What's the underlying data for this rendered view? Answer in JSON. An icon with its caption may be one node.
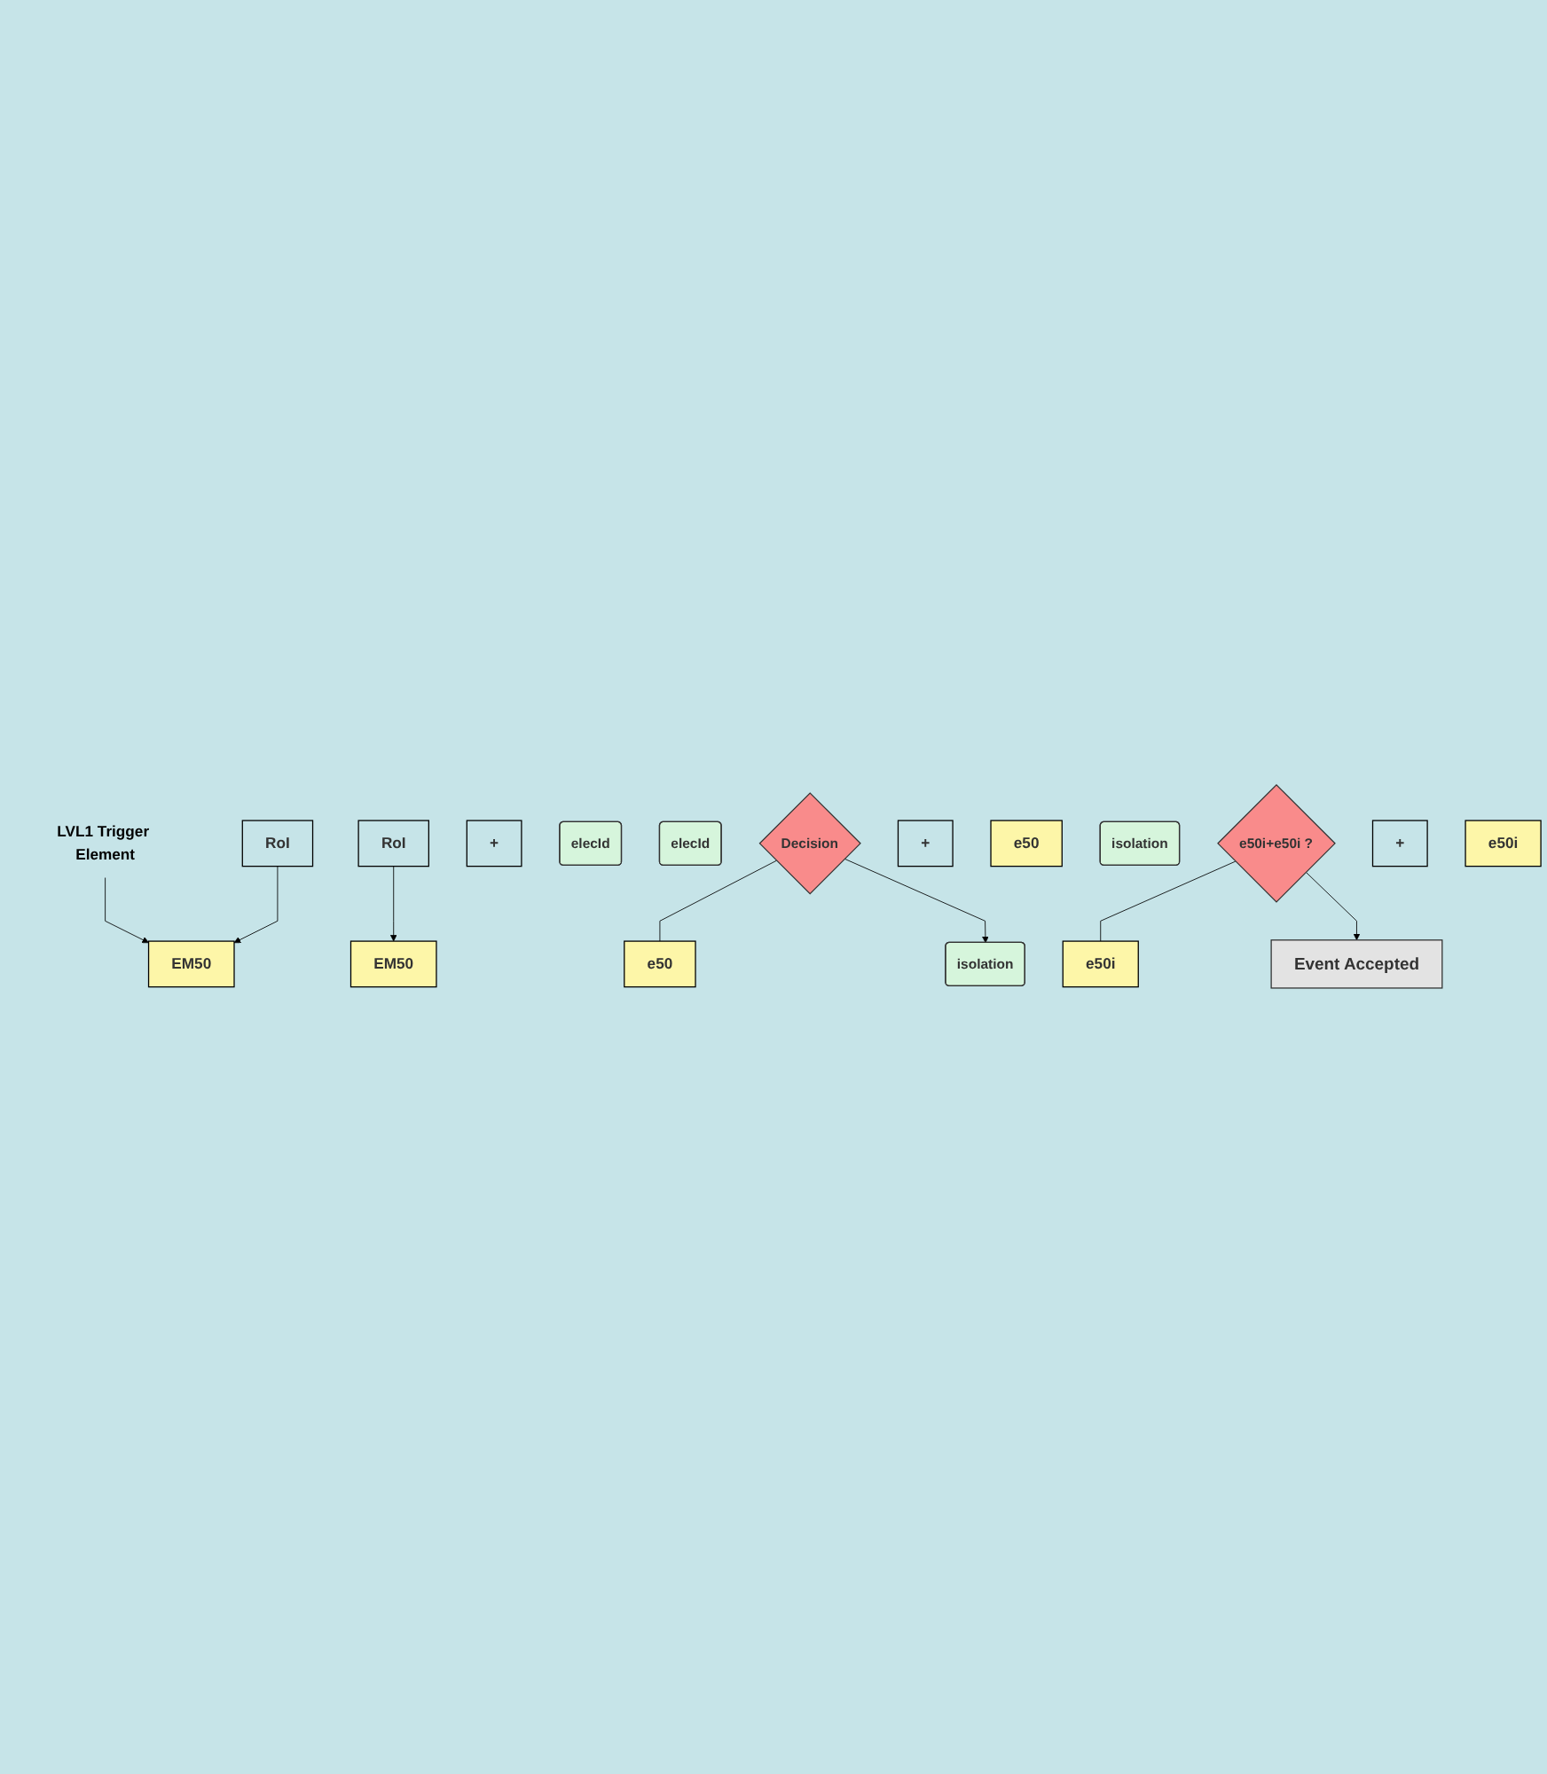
{
  "diagram": {
    "nodes": [
      {
        "text": [
          "LVL1 Trigger Element"
        ]
      },
      {
        "text": [
          "RoI"
        ]
      },
      {
        "text": [
          "RoI"
        ]
      },
      {
        "text": [
          "EM50"
        ]
      },
      {
        "text": [
          "+"
        ]
      },
      {
        "text": [
          "EM50"
        ]
      },
      {
        "text": [
          "elecId"
        ]
      },
      {
        "text": [
          "elecId"
        ]
      },
      {
        "text": [
          "Decision"
        ]
      },
      {
        "text": [
          "e50"
        ]
      },
      {
        "text": [
          "+"
        ]
      },
      {
        "text": [
          "e50"
        ]
      },
      {
        "text": [
          "isolation"
        ]
      },
      {
        "text": [
          "isolation"
        ]
      },
      {
        "text": [
          "e50i+e50i ?"
        ]
      },
      {
        "text": [
          "e50i"
        ]
      },
      {
        "text": [
          "+"
        ]
      },
      {
        "text": [
          "e50i"
        ]
      },
      {
        "text": [
          "Event Accepted"
        ]
      }
    ],
    "edges": [
      {
        "from": 0,
        "to": 3,
        "arrow": "to"
      },
      {
        "from": 1,
        "to": 3,
        "arrow": "to"
      },
      {
        "from": 2,
        "to": 5,
        "arrow": "to"
      },
      {
        "from": 8,
        "to": 9,
        "arrow": "none"
      },
      {
        "from": 8,
        "to": 12,
        "arrow": "to"
      },
      {
        "from": 14,
        "to": 15,
        "arrow": "none"
      },
      {
        "from": 14,
        "to": 18,
        "arrow": "to"
      }
    ]
  }
}
